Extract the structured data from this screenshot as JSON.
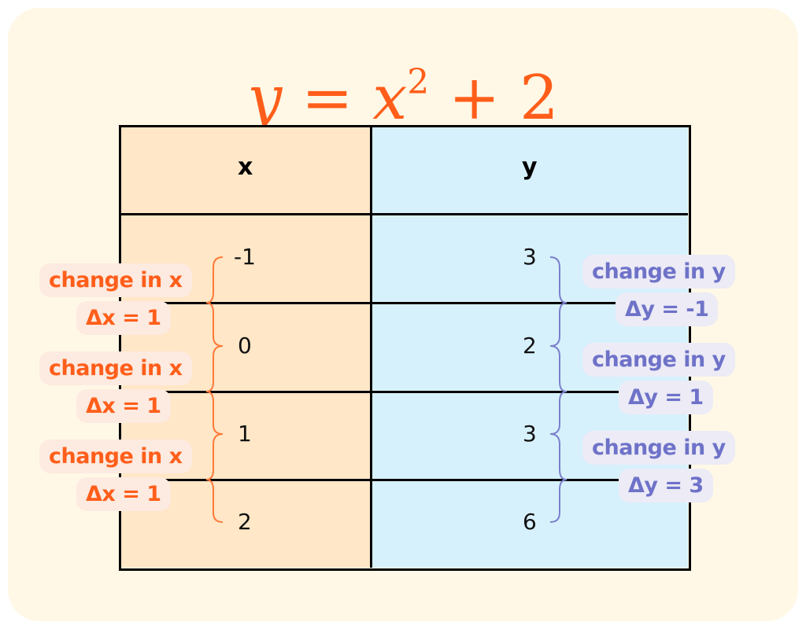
{
  "title": {
    "y": "y",
    "eq": "=",
    "x": "x",
    "exp": "2",
    "plus": "+",
    "const": "2"
  },
  "table": {
    "headers": [
      "x",
      "y"
    ],
    "rows": [
      {
        "x": "-1",
        "y": "3"
      },
      {
        "x": "0",
        "y": "2"
      },
      {
        "x": "1",
        "y": "3"
      },
      {
        "x": "2",
        "y": "6"
      }
    ]
  },
  "x_changes": [
    {
      "label": "change in x",
      "delta": "Δx = 1"
    },
    {
      "label": "change in x",
      "delta": "Δx = 1"
    },
    {
      "label": "change in x",
      "delta": "Δx = 1"
    }
  ],
  "y_changes": [
    {
      "label": "change in y",
      "delta": "Δy = -1"
    },
    {
      "label": "change in y",
      "delta": "Δy = 1"
    },
    {
      "label": "change in y",
      "delta": "Δy = 3"
    }
  ],
  "colors": {
    "x_accent": "#FF5E1A",
    "y_accent": "#6E72C8",
    "x_column": "#FFE7C7",
    "y_column": "#D7F1FC",
    "background": "#FFF8E6"
  }
}
